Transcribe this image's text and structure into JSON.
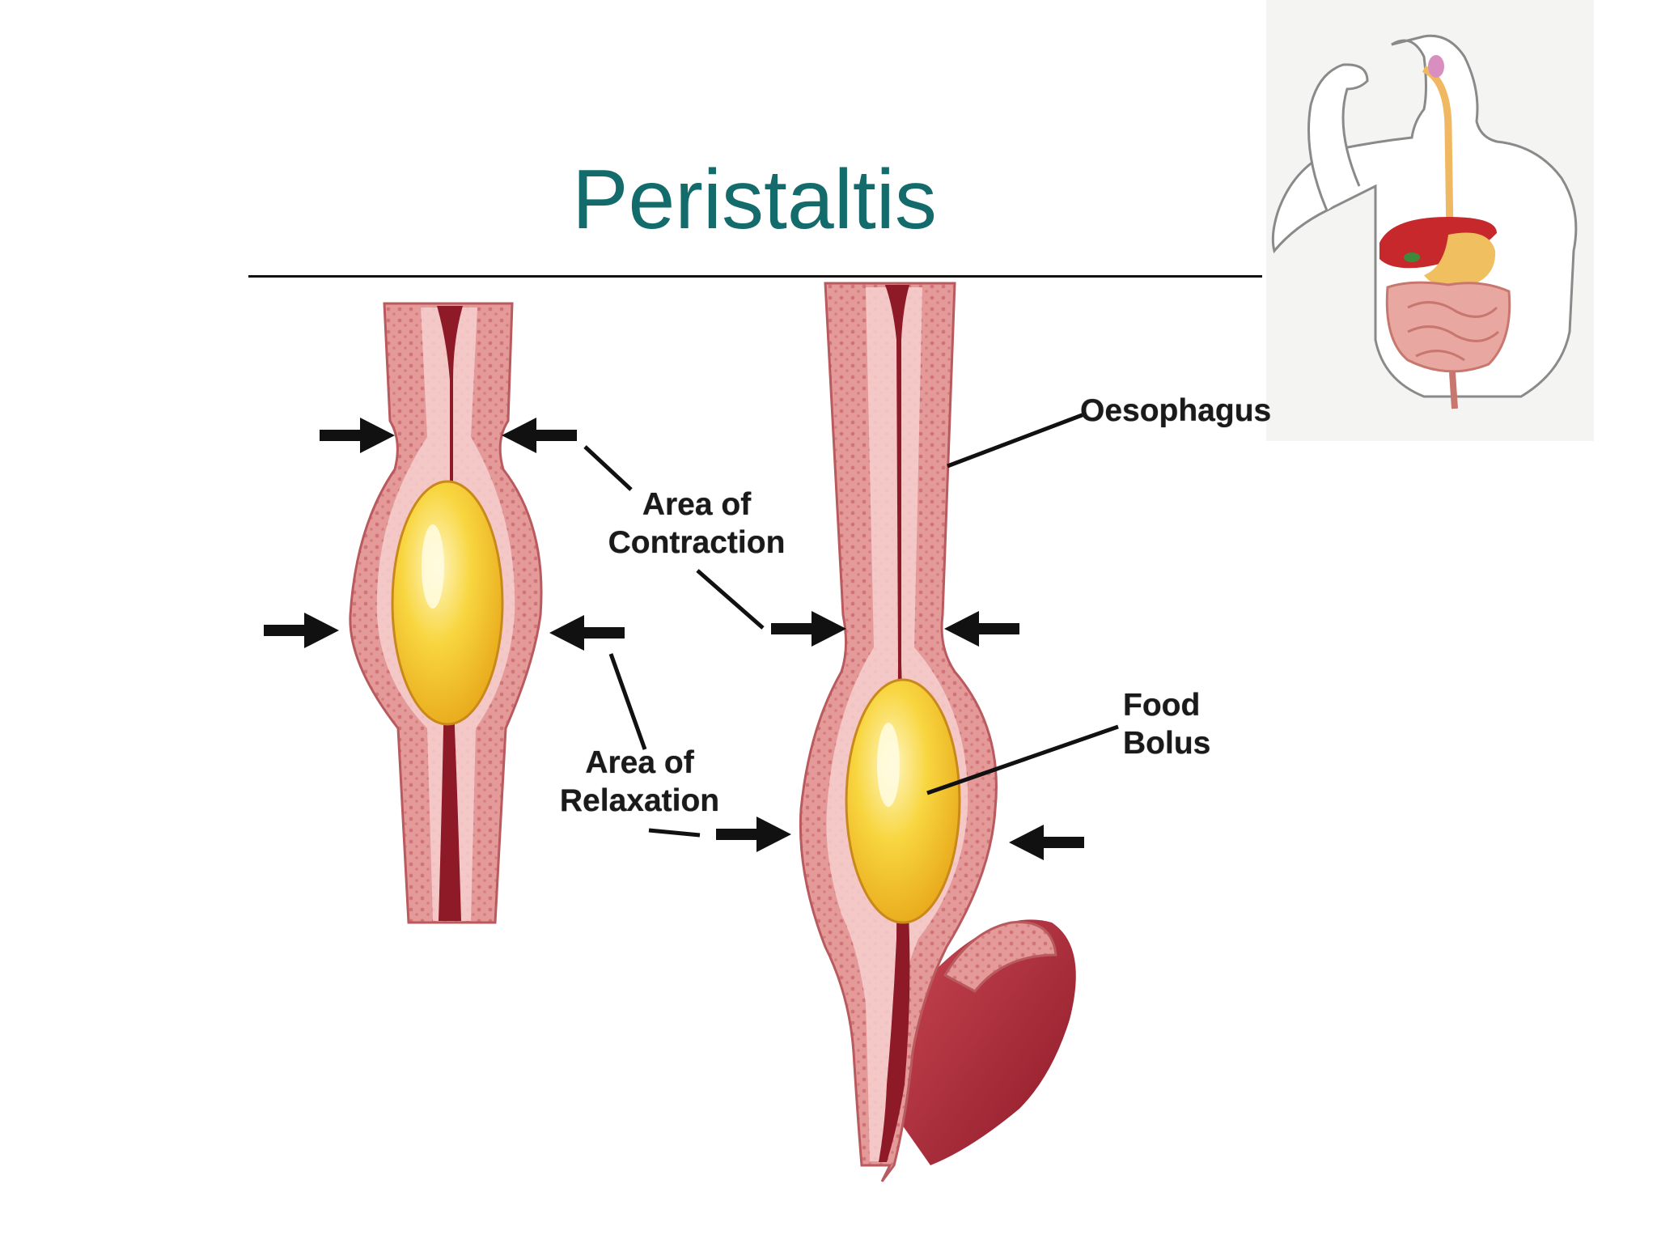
{
  "slide": {
    "title": "Peristaltis"
  },
  "labels": {
    "oesophagus": "Oesophagus",
    "contraction_line1": "Area of",
    "contraction_line2": "Contraction",
    "relaxation_line1": "Area of",
    "relaxation_line2": "Relaxation",
    "bolus_line1": "Food",
    "bolus_line2": "Bolus"
  },
  "colors": {
    "title": "#136b6b",
    "tissue": "#e59a9a",
    "tissue_light": "#f6d0cf",
    "lumen": "#8e1a28",
    "bolus": "#f5c623",
    "bolus_highlight": "#fff6c4",
    "arrow": "#111111"
  }
}
